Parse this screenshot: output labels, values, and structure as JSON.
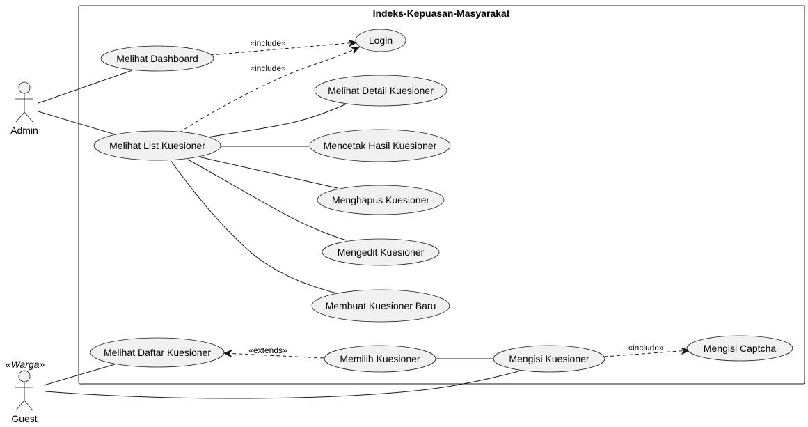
{
  "system": {
    "title": "Indeks-Kepuasan-Masyarakat"
  },
  "actors": {
    "admin": {
      "label": "Admin"
    },
    "guest": {
      "label": "Guest",
      "stereotype": "«Warga»"
    }
  },
  "use_cases": {
    "login": "Login",
    "melihat_dashboard": "Melihat Dashboard",
    "melihat_detail": "Melihat Detail Kuesioner",
    "melihat_list": "Melihat List Kuesioner",
    "mencetak_hasil": "Mencetak Hasil Kuesioner",
    "menghapus": "Menghapus Kuesioner",
    "mengedit": "Mengedit Kuesioner",
    "membuat_baru": "Membuat Kuesioner Baru",
    "melihat_daftar": "Melihat Daftar Kuesioner",
    "memilih": "Memilih Kuesioner",
    "mengisi": "Mengisi Kuesioner",
    "captcha": "Mengisi Captcha"
  },
  "relations": {
    "include_dashboard_login": "«include»",
    "include_list_login": "«include»",
    "extends_memilih_daftar": "«extends»",
    "include_mengisi_captcha": "«include»"
  }
}
